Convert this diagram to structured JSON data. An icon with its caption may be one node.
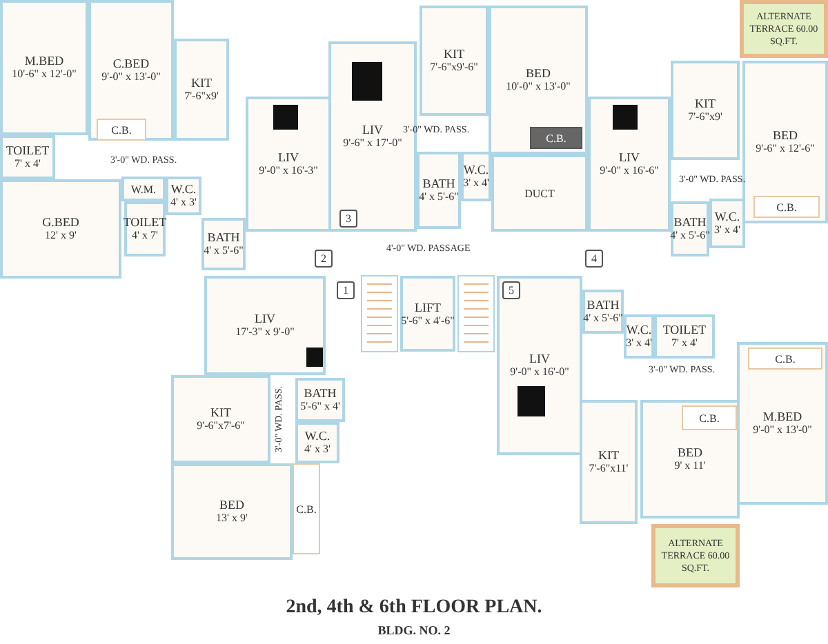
{
  "diagram": {
    "title": "2nd, 4th & 6th FLOOR PLAN.",
    "caption": "BLDG. NO. 2",
    "nodes": [
      {
        "text": [
          "M.BED",
          "10'-6\" x 12'-0\""
        ]
      },
      {
        "text": [
          "C.BED",
          "9'-0\" x 13'-0\""
        ]
      },
      {
        "text": [
          "KIT",
          "7'-6\"x9'"
        ]
      },
      {
        "text": [
          "TOILET",
          "7' x 4'"
        ]
      },
      {
        "text": [
          "W.M."
        ]
      },
      {
        "text": [
          "W.C.",
          "4' x 3'"
        ]
      },
      {
        "text": [
          "G.BED",
          "12' x 9'"
        ]
      },
      {
        "text": [
          "TOILET",
          "4' x 7'"
        ]
      },
      {
        "text": [
          "BATH",
          "4' x 5'-6\""
        ]
      },
      {
        "text": [
          "LIV",
          "9'-0\" x 16'-3\""
        ]
      },
      {
        "text": [
          "C.B."
        ],
        "in": 1
      },
      {
        "text": [
          "LIV",
          "9'-6\" x 17'-0\""
        ]
      },
      {
        "text": [
          "KIT",
          "7'-6\"x9'-6\""
        ]
      },
      {
        "text": [
          "BED",
          "10'-0\" x 13'-0\""
        ]
      },
      {
        "text": [
          "C.B."
        ],
        "in": 13
      },
      {
        "text": [
          "W.C.",
          "3' x 4'"
        ]
      },
      {
        "text": [
          "BATH",
          "4' x 5'-6\""
        ]
      },
      {
        "text": [
          "DUCT"
        ]
      },
      {
        "text": [
          "ALTERNATE TERRACE 60.00 SQ.FT."
        ]
      },
      {
        "text": [
          "LIV",
          "9'-0\" x 16'-6\""
        ]
      },
      {
        "text": [
          "KIT",
          "7'-6\"x9'"
        ]
      },
      {
        "text": [
          "BED",
          "9'-6\" x 12'-6\""
        ]
      },
      {
        "text": [
          "C.B."
        ],
        "in": 21
      },
      {
        "text": [
          "W.C.",
          "3' x 4'"
        ]
      },
      {
        "text": [
          "BATH",
          "4' x 5'-6\""
        ]
      },
      {
        "text": [
          "LIV",
          "17'-3\" x 9'-0\""
        ]
      },
      {
        "text": [
          "LIFT",
          "5'-6\" x 4'-6\""
        ]
      },
      {
        "text": [
          "LIV",
          "9'-0\" x 16'-0\""
        ]
      },
      {
        "text": [
          "BATH",
          "4' x 5'-6\""
        ]
      },
      {
        "text": [
          "KIT",
          "9'-6\"x7'-6\""
        ]
      },
      {
        "text": [
          "BATH",
          "5'-6\" x 4'"
        ]
      },
      {
        "text": [
          "W.C.",
          "4' x 3'"
        ]
      },
      {
        "text": [
          "W.C.",
          "3' x 4'"
        ]
      },
      {
        "text": [
          "TOILET",
          "7' x 4'"
        ]
      },
      {
        "text": [
          "M.BED",
          "9'-0\" x 13'-0\""
        ]
      },
      {
        "text": [
          "C.B."
        ],
        "in": 34
      },
      {
        "text": [
          "BED",
          "13' x 9'"
        ]
      },
      {
        "text": [
          "C.B."
        ]
      },
      {
        "text": [
          "BED",
          "9' x 11'"
        ]
      },
      {
        "text": [
          "C.B."
        ],
        "in": 38
      },
      {
        "text": [
          "KIT",
          "7'-6\"x11'"
        ]
      },
      {
        "text": [
          "ALTERNATE TERRACE 60.00 SQ.FT."
        ]
      }
    ],
    "labels": [
      "3'-0\" WD. PASS.",
      "3'-0\" WD. PASS.",
      "3'-0\" WD. PASS.",
      "3",
      "2",
      "4'-0\" WD. PASSAGE",
      "4",
      "1",
      "5",
      "3'-0\" WD. PASS.",
      "3'-0\" WD. PASS."
    ]
  }
}
